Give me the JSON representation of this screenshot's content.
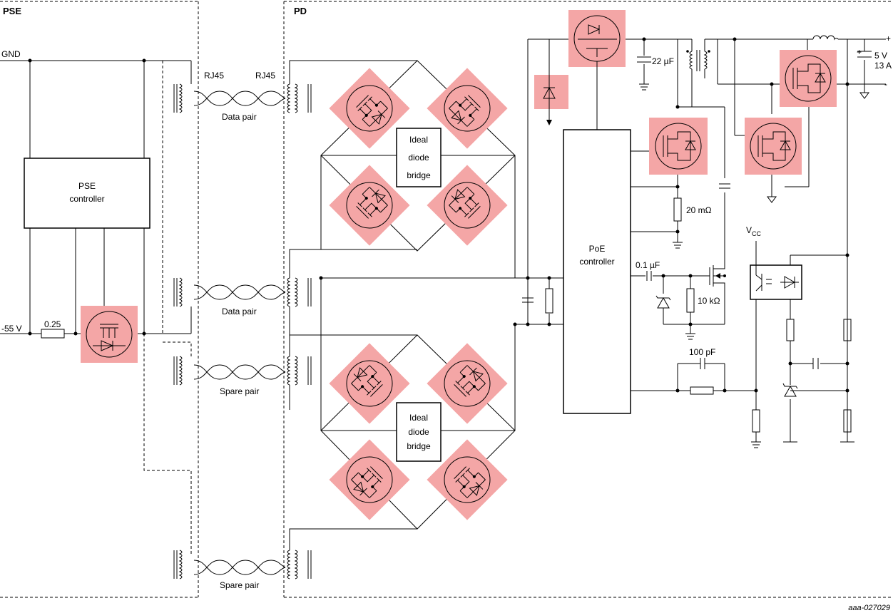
{
  "sections": {
    "pse": "PSE",
    "pd": "PD"
  },
  "labels": {
    "gnd": "GND",
    "neg55v": "-55 V",
    "r025": "0.25",
    "rj45_left": "RJ45",
    "rj45_right": "RJ45",
    "data_pair_1": "Data pair",
    "data_pair_2": "Data pair",
    "spare_pair_1": "Spare pair",
    "spare_pair_2": "Spare pair",
    "pse_controller": [
      "PSE",
      "controller"
    ],
    "ideal_diode_bridge_1": [
      "Ideal",
      "diode",
      "bridge"
    ],
    "ideal_diode_bridge_2": [
      "Ideal",
      "diode",
      "bridge"
    ],
    "poe_controller": [
      "PoE",
      "controller"
    ],
    "c22uf": "22 µF",
    "r20mohm": "20 mΩ",
    "c01uf": "0.1 µF",
    "r10kohm": "10 kΩ",
    "c100pf": "100 pF",
    "vcc_v": "V",
    "vcc_sub": "CC",
    "out_plus": "+",
    "out_minus": "-",
    "cap_plus": "+",
    "out_5v": "5 V",
    "out_13a": "13 A",
    "figure_id": "aaa-027029"
  },
  "colors": {
    "highlight": "#f4a6a6",
    "line": "#000000",
    "background": "#ffffff"
  },
  "icons": [
    "mosfet-icon",
    "diode-icon",
    "transformer-icon",
    "capacitor-icon",
    "resistor-icon",
    "zener-icon",
    "optocoupler-icon",
    "inductor-icon",
    "ground-icon",
    "twisted-pair-icon"
  ]
}
